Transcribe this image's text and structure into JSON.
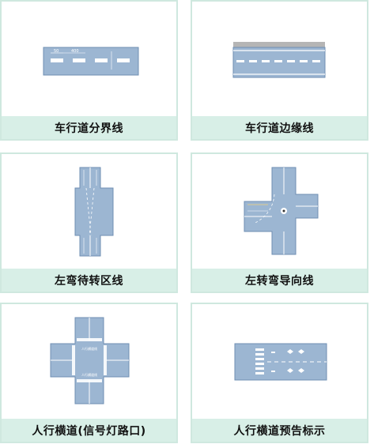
{
  "cards": [
    {
      "label": "车行道分界线"
    },
    {
      "label": "车行道边缘线"
    },
    {
      "label": "左弯待转区线"
    },
    {
      "label": "左转弯导向线"
    },
    {
      "label": "人行横道(信号灯路口)"
    },
    {
      "label": "人行横道预告标示"
    }
  ],
  "colors": {
    "border": "#cfe8df",
    "caption_bg": "#d8efe7",
    "road": "#9cb6d2",
    "road_edge": "#6f8fb3",
    "marking": "#ffffff",
    "shoulder": "#b5b5b5"
  },
  "diagram_text": {
    "dim_a": "50",
    "dim_b": "400",
    "crossing_label_top": "人行横道线",
    "crossing_label_bottom": "人行横道线"
  }
}
